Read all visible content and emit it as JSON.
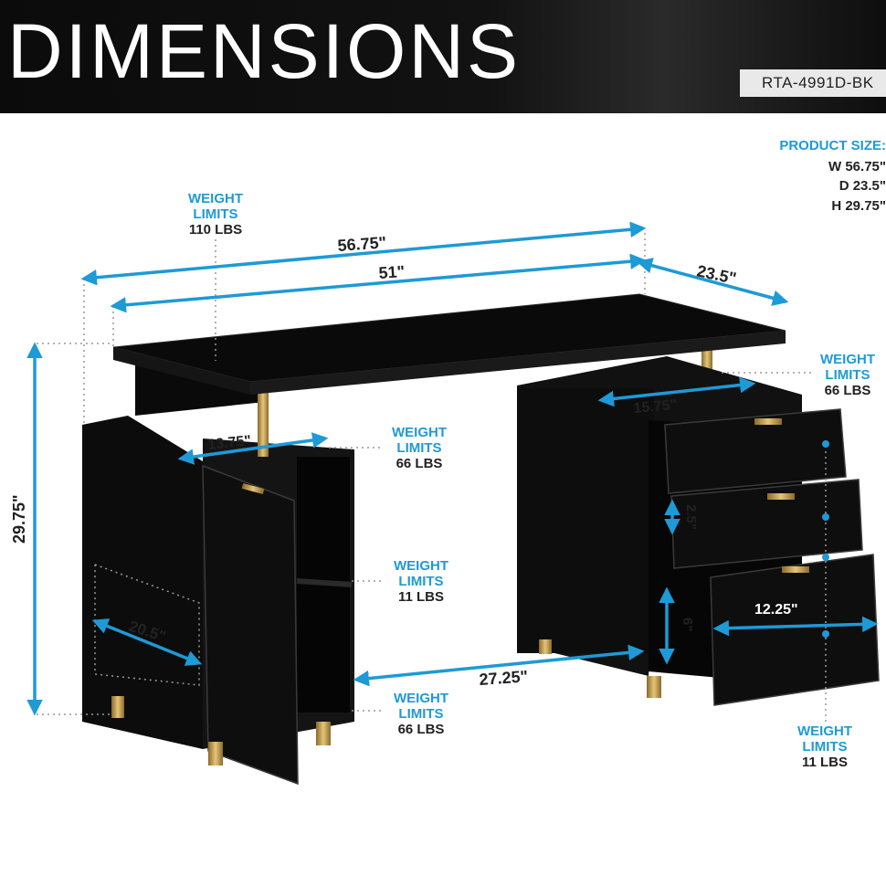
{
  "header": {
    "title": "DIMENSIONS",
    "model": "RTA-4991D-BK"
  },
  "product_size": {
    "title": "PRODUCT SIZE:",
    "width": "W 56.75\"",
    "depth": "D 23.5\"",
    "height": "H 29.75\""
  },
  "dimensions": {
    "overall_width": "56.75\"",
    "top_width": "51\"",
    "depth": "23.5\"",
    "height": "29.75\"",
    "shelf_width": "13.75\"",
    "cabinet_depth": "20.5\"",
    "legroom_width": "27.25\"",
    "drawer_top_width": "15.75\"",
    "drawer_gap": "2.5\"",
    "drawer_height": "6\"",
    "drawer_width": "12.25\""
  },
  "weight_limits": {
    "label_line1": "WEIGHT",
    "label_line2": "LIMITS",
    "desktop": "110 LBS",
    "top_shelf": "66 LBS",
    "middle_shelf": "11 LBS",
    "bottom_shelf": "66 LBS",
    "drawer_top": "66 LBS",
    "drawers": "11 LBS"
  },
  "colors": {
    "accent_blue": "#1e9ad6",
    "furniture_black": "#0a0a0a",
    "gold": "#c9a24a"
  }
}
